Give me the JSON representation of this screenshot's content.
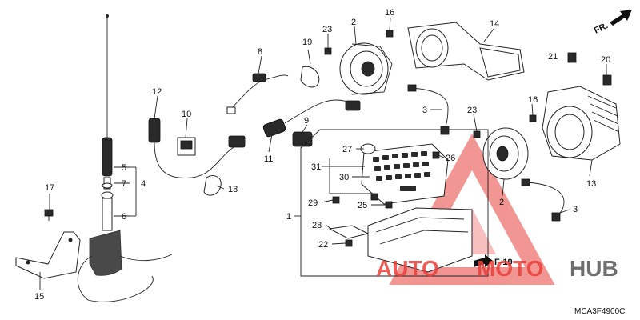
{
  "diagram_code": "MCA3F4900C",
  "direction_label": "FR.",
  "reference_label": "F-19",
  "watermark": {
    "text_auto": "AUTO",
    "text_moto": "MOTO",
    "text_hub": "HUB",
    "color": "#e8403a"
  },
  "callouts": {
    "c1": "1",
    "c2a": "2",
    "c2b": "2",
    "c3a": "3",
    "c3b": "3",
    "c4": "4",
    "c5": "5",
    "c6": "6",
    "c7": "7",
    "c8": "8",
    "c9": "9",
    "c10": "10",
    "c11": "11",
    "c12": "12",
    "c13": "13",
    "c14": "14",
    "c15": "15",
    "c16a": "16",
    "c16b": "16",
    "c17": "17",
    "c18": "18",
    "c19": "19",
    "c20": "20",
    "c21": "21",
    "c22": "22",
    "c23a": "23",
    "c23b": "23",
    "c25": "25",
    "c26": "26",
    "c27": "27",
    "c28": "28",
    "c29": "29",
    "c30": "30",
    "c31": "31"
  }
}
